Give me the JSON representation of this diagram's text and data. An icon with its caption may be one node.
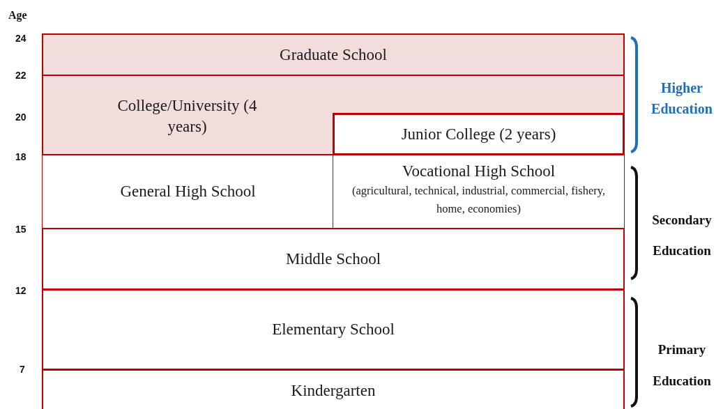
{
  "diagram": {
    "nodes": [
      {
        "text": [
          "Graduate School"
        ]
      },
      {
        "text": [
          "College/University (4 years)"
        ]
      },
      {
        "text": [
          "Junior College (2 years)"
        ],
        "in": 1
      },
      {
        "text": [
          "General High School"
        ]
      },
      {
        "text": [
          "Vocational High School",
          "(agricultural, technical, industrial, commercial, fishery, home, economies)"
        ]
      },
      {
        "text": [
          "Middle School"
        ]
      },
      {
        "text": [
          "Elementary School"
        ]
      },
      {
        "text": [
          "Kindergarten"
        ]
      }
    ],
    "labels": [
      "Age",
      "24",
      "22",
      "20",
      "18",
      "15",
      "12",
      "7",
      "Higher Education",
      "Secondary Education",
      "Primary Education"
    ]
  }
}
